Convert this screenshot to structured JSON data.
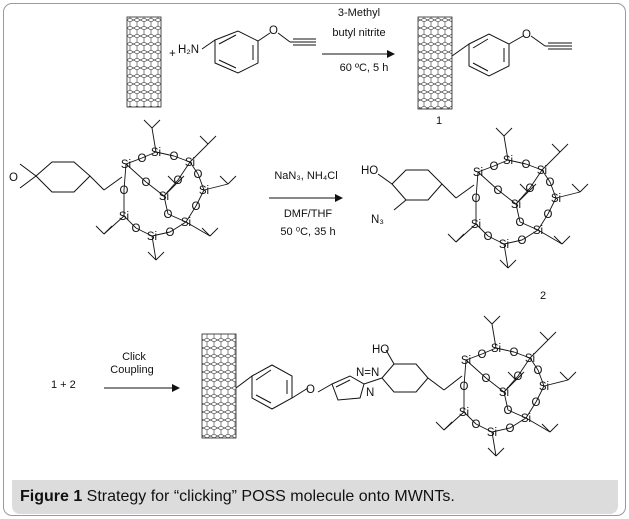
{
  "reactions": {
    "r1": {
      "plus": "+",
      "amine_h2n": "H₂N",
      "amine_o": "O",
      "reagent_line1": "3-Methyl",
      "reagent_line2": "butyl nitrite",
      "condition": "60 ºC, 5 h",
      "product_o": "O",
      "product_number": "1"
    },
    "r2": {
      "reagent_line1": "NaN₃, NH₄Cl",
      "solvent": "DMF/THF",
      "condition": "50 ⁰C, 35 h",
      "epoxide_o": "O",
      "ho_label": "HO",
      "n3_label": "N₃",
      "product_number": "2"
    },
    "r3": {
      "reactants": "1 + 2",
      "reagent_line1": "Click",
      "reagent_line2": "Coupling",
      "ether_o": "O",
      "triazole_n": "N",
      "triazole_n_eq_n": "N=N",
      "ho_label": "HO"
    }
  },
  "atom_labels": {
    "si": "Si",
    "o": "O"
  },
  "caption": {
    "label": "Figure 1",
    "text": " Strategy for “clicking” POSS molecule onto MWNTs."
  }
}
